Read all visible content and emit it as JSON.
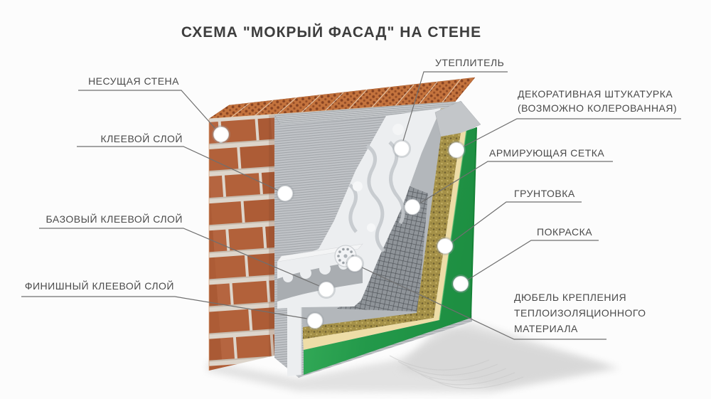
{
  "title": "СХЕМА \"МОКРЫЙ ФАСАД\" НА СТЕНЕ",
  "labels": {
    "bearing_wall": "НЕСУЩАЯ СТЕНА",
    "adhesive_layer": "КЛЕЕВОЙ СЛОЙ",
    "base_adhesive_layer": "БАЗОВЫЙ КЛЕЕВОЙ СЛОЙ",
    "finish_adhesive_layer": "ФИНИШНЫЙ КЛЕЕВОЙ СЛОЙ",
    "insulation": "УТЕПЛИТЕЛЬ",
    "decorative_plaster": {
      "line1": "ДЕКОРАТИВНАЯ ШТУКАТУРКА",
      "line2": "(ВОЗМОЖНО КОЛЕРОВАННАЯ)"
    },
    "reinforcing_mesh": "АРМИРУЮЩАЯ СЕТКА",
    "primer": "ГРУНТОВКА",
    "painting": "ПОКРАСКА",
    "dowel": {
      "line1": "ДЮБЕЛЬ КРЕПЛЕНИЯ",
      "line2": "ТЕПЛОИЗОЛЯЦИОННОГО",
      "line3": "МАТЕРИАЛА"
    }
  },
  "colors": {
    "background": "#fcfcfc",
    "text": "#4a4a4a",
    "title_text": "#3e3e3e",
    "leader_line": "#6f6f6f",
    "brick": "#b2613a",
    "brick_top": "#c4733d",
    "mortar": "#ddd5cb",
    "adhesive_gray": "#c0c3c7",
    "insulation_white": "#eceef0",
    "render_gray": "#b3b7bb",
    "mesh_dark": "#43474c",
    "plaster_khaki": "#a59148",
    "primer_cream": "#eedda7",
    "paint_green": "#2aa24e"
  }
}
